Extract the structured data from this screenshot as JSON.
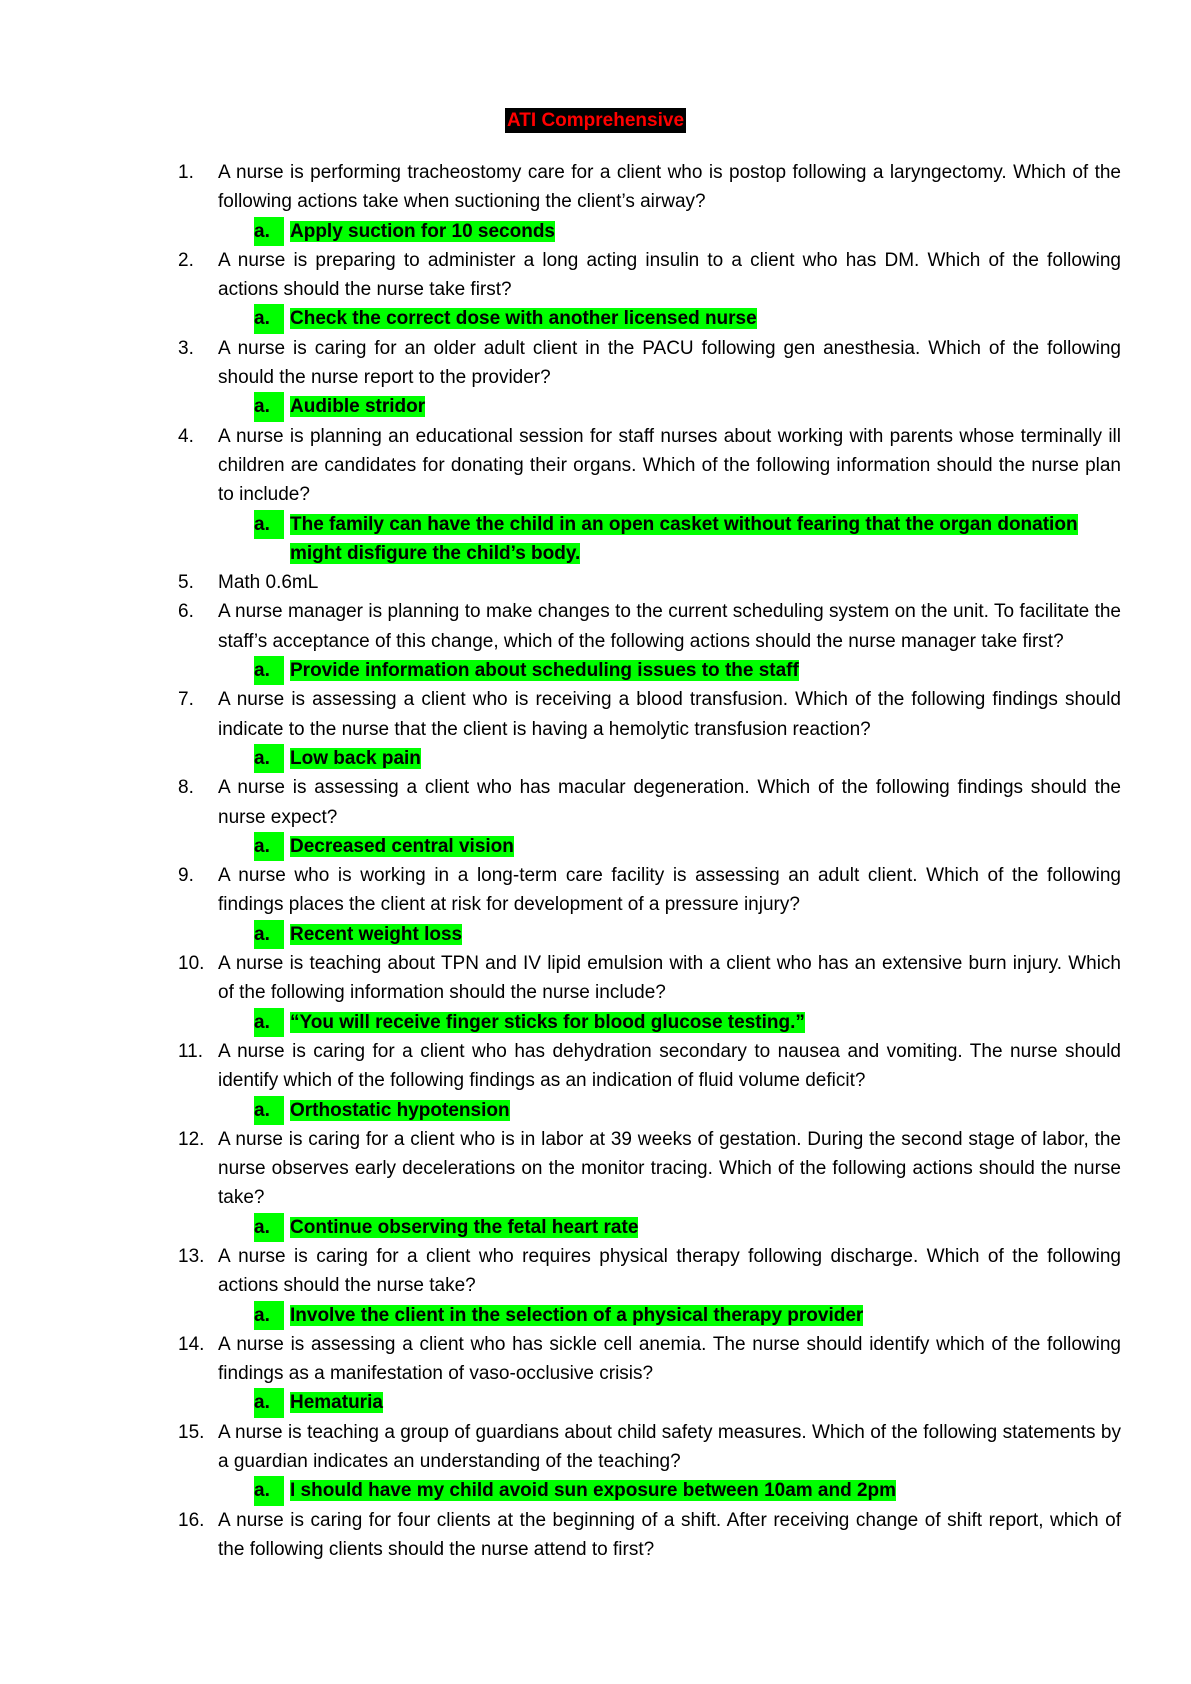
{
  "title": "ATI Comprehensive",
  "questions": [
    {
      "num": "1.",
      "text": "A nurse is performing tracheostomy care for a client who is postop following a laryngectomy. Which of the following actions take when suctioning the client’s airway?",
      "letter": "a.",
      "answer": "Apply suction for 10 seconds"
    },
    {
      "num": "2.",
      "text": "A nurse is preparing to administer a long acting insulin to a client who has DM. Which of the following actions should the nurse take first?",
      "letter": "a.",
      "answer": "Check the correct dose with another licensed nurse"
    },
    {
      "num": "3.",
      "text": "A nurse is caring for an older adult client in the PACU following gen anesthesia. Which of the following should the nurse report to the provider?",
      "letter": "a.",
      "answer": "Audible stridor"
    },
    {
      "num": "4.",
      "text": "A nurse is planning an educational session for staff nurses about working with parents whose terminally ill children are candidates for donating their organs. Which of the following information should the nurse plan to include?",
      "letter": "a.",
      "answer": "The family can have the child in an open casket without fearing that the organ donation might disfigure the child’s body."
    },
    {
      "num": "5.",
      "text": "Math 0.6mL",
      "letter": "",
      "answer": ""
    },
    {
      "num": "6.",
      "text": "A nurse manager is planning to make changes to the current scheduling system on the unit. To facilitate the staff’s acceptance of this change, which of the following actions should the nurse manager take first?",
      "letter": "a.",
      "answer": "Provide information about scheduling issues to the staff"
    },
    {
      "num": "7.",
      "text": "A nurse is assessing a client who is receiving a blood transfusion. Which of the following findings should indicate to the nurse that the client is having a hemolytic transfusion reaction?",
      "letter": "a.",
      "answer": "Low back pain"
    },
    {
      "num": "8.",
      "text": "A nurse is assessing a client who has macular degeneration. Which of the following findings should the nurse expect?",
      "letter": "a.",
      "answer": "Decreased central vision"
    },
    {
      "num": "9.",
      "text": "A nurse who is working in a long-term care facility is assessing an adult client. Which of the following findings places the client at risk for development of a pressure injury?",
      "letter": "a.",
      "answer": "Recent weight loss"
    },
    {
      "num": "10.",
      "text": "A nurse is teaching about TPN and IV lipid emulsion with a client who has an extensive burn injury. Which of the following information should the nurse include?",
      "letter": "a.",
      "answer": "“You will receive finger sticks for blood glucose testing.”"
    },
    {
      "num": "11.",
      "text": "A nurse is caring for a client who has dehydration secondary to nausea and vomiting. The nurse should identify which of the following findings as an indication of fluid volume deficit?",
      "letter": "a.",
      "answer": "Orthostatic hypotension"
    },
    {
      "num": "12.",
      "text": "A nurse is caring for a client who is in labor at 39 weeks of gestation. During the second stage of labor, the nurse observes early decelerations on the monitor tracing. Which of the following actions should the nurse take?",
      "letter": "a.",
      "answer": "Continue observing the fetal heart rate"
    },
    {
      "num": "13.",
      "text": "A nurse is caring for a client who requires physical therapy following discharge. Which of the following actions should the nurse take?",
      "letter": "a.",
      "answer": "Involve the client in the selection of a physical therapy provider"
    },
    {
      "num": "14.",
      "text": "A nurse is assessing a client who has sickle cell anemia. The nurse should identify which of the following findings as a manifestation of vaso-occlusive crisis?",
      "letter": "a.",
      "answer": "Hematuria"
    },
    {
      "num": "15.",
      "text": "A nurse is teaching a group of guardians about child safety measures. Which of the following statements by a guardian indicates an understanding of the teaching?",
      "letter": "a.",
      "answer": "I should have my child avoid sun exposure between 10am and 2pm"
    },
    {
      "num": "16.",
      "text": "A nurse is caring for four clients at the beginning of a shift. After receiving change of shift report, which of the following clients should the nurse attend to first?",
      "letter": "",
      "answer": ""
    }
  ]
}
